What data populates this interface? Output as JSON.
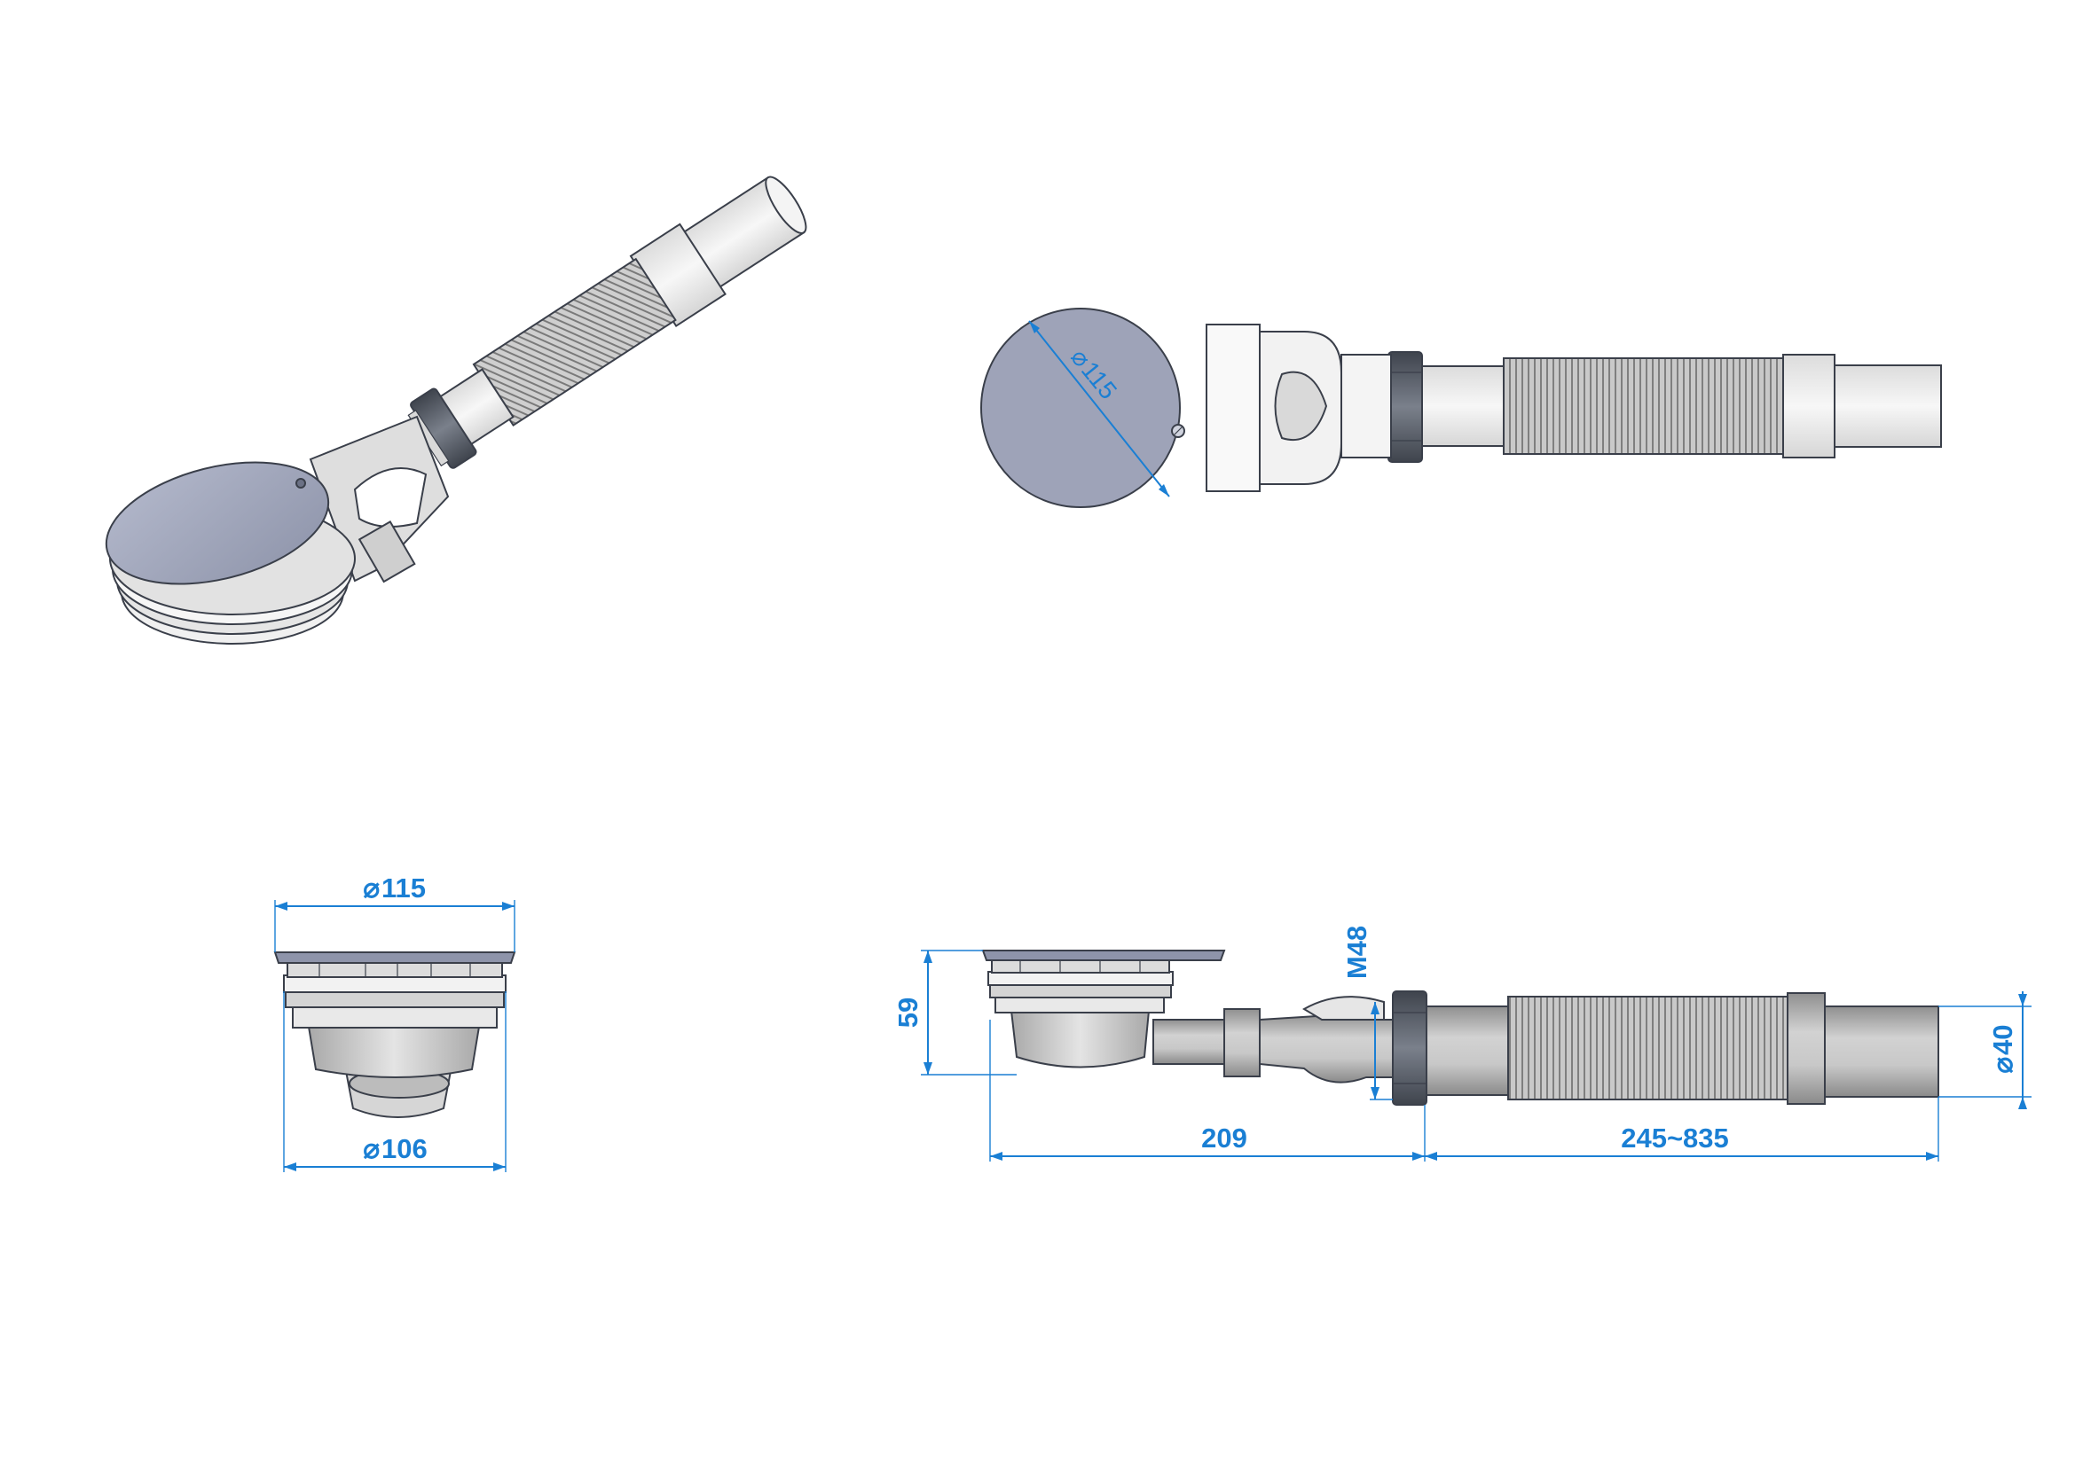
{
  "colors": {
    "dimension": "#1a7fd4",
    "cover": "#9ca2b8",
    "cover_dark": "#7d8399",
    "body_light": "#eeeeee",
    "body_mid": "#bdbdbd",
    "body_dark": "#8a8a8a",
    "nut": "#555b66",
    "outline": "#3a3f4a"
  },
  "dimensions": {
    "top_view_cover_diameter": "115",
    "front_cover_diameter": "115",
    "front_body_diameter": "106",
    "side_height": "59",
    "nut_thread": "M48",
    "side_length_body": "209",
    "side_length_hose": "245~835",
    "outlet_diameter": "40"
  },
  "symbols": {
    "diameter": "⌀"
  }
}
